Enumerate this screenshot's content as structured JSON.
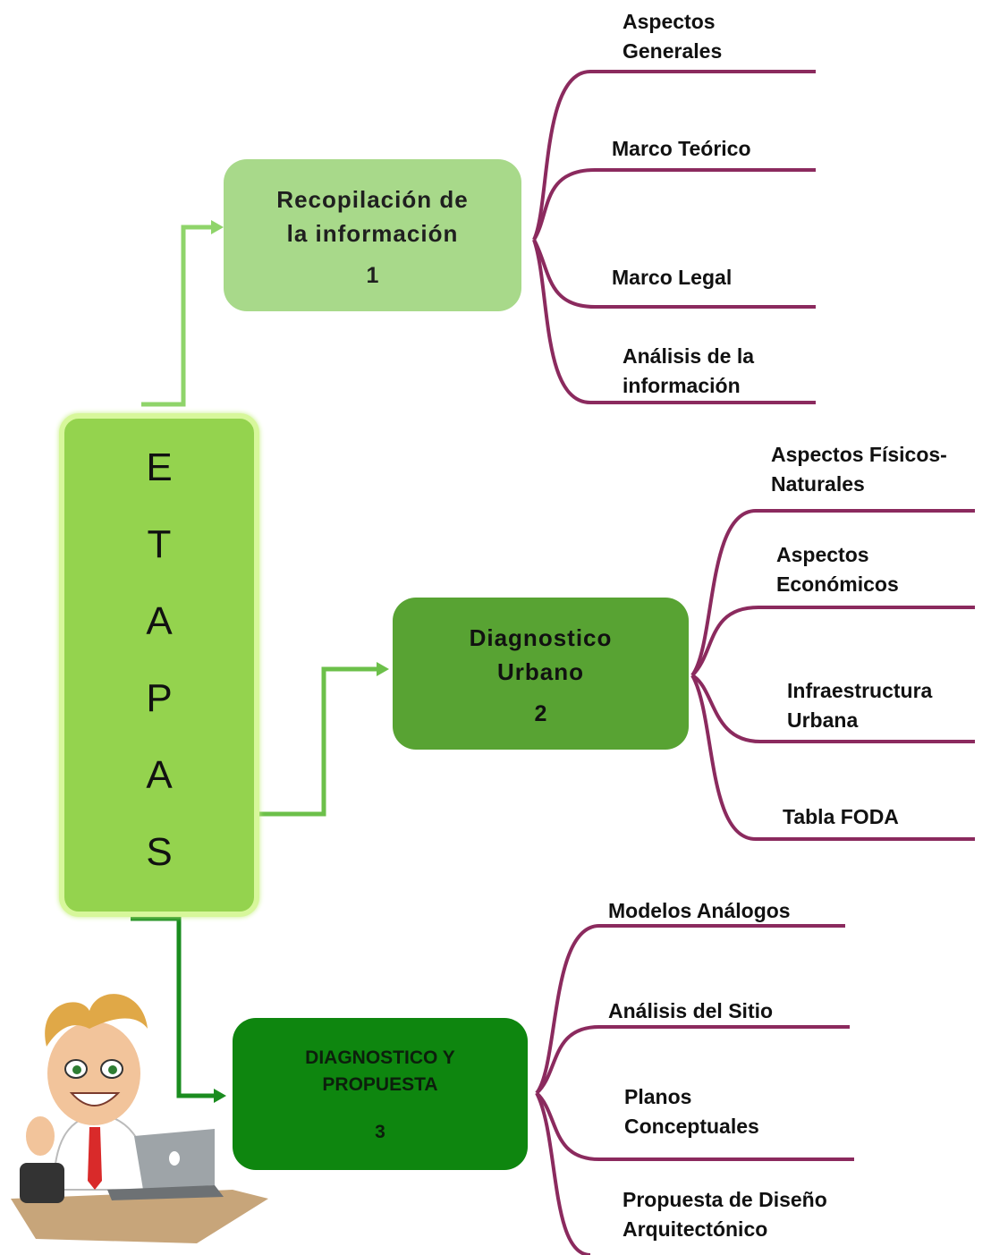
{
  "etapas_letters": [
    "E",
    "T",
    "A",
    "P",
    "A",
    "S"
  ],
  "stages": [
    {
      "title_lines": [
        "Recopilación de",
        "la información"
      ],
      "number": "1"
    },
    {
      "title_lines": [
        "Diagnostico",
        "Urbano"
      ],
      "number": "2"
    },
    {
      "title_lines": [
        "DIAGNOSTICO Y",
        "PROPUESTA"
      ],
      "number": "3"
    }
  ],
  "branches": {
    "stage1": [
      "Aspectos\nGenerales",
      "Marco Teórico",
      "Marco Legal",
      "Análisis de la\ninformación"
    ],
    "stage2": [
      "Aspectos Físicos-\nNaturales",
      "Aspectos\nEconómicos",
      "Infraestructura\nUrbana",
      "Tabla FODA"
    ],
    "stage3": [
      "Modelos Análogos",
      "Análisis del Sitio",
      "Planos\nConceptuales",
      "Propuesta de Diseño\nArquitectónico"
    ]
  },
  "colors": {
    "branch_line": "#8b2a5e",
    "connector1": "#8fd46a",
    "connector2": "#6cc04a",
    "connector3": "#1a8c1f"
  },
  "icons": {
    "character": "person-with-laptop-thumbs-up-icon"
  }
}
